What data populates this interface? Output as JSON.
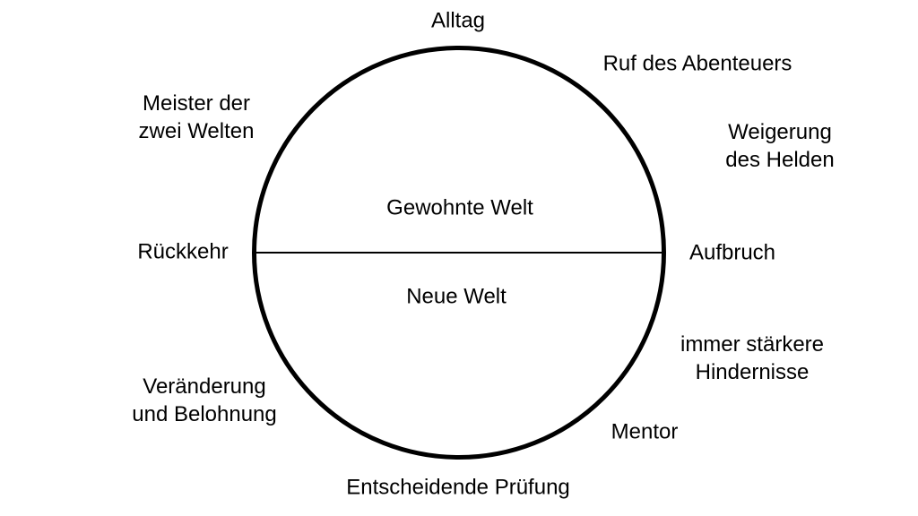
{
  "diagram": {
    "type": "hero-journey-circle",
    "colors": {
      "background": "#ffffff",
      "stroke": "#000000",
      "text": "#000000"
    },
    "labels": {
      "top": "Alltag",
      "top_right": "Ruf des Abenteuers",
      "right_upper": "Weigerung des Helden",
      "right": "Aufbruch",
      "right_lower": "immer stärkere\nHindernisse",
      "bottom_right": "Mentor",
      "bottom": "Entscheidende Prüfung",
      "bottom_left": "Veränderung\nund Belohnung",
      "left": "Rückkehr",
      "top_left": "Meister der\nzwei Welten",
      "inner_top": "Gewohnte Welt",
      "inner_bottom": "Neue Welt"
    }
  }
}
